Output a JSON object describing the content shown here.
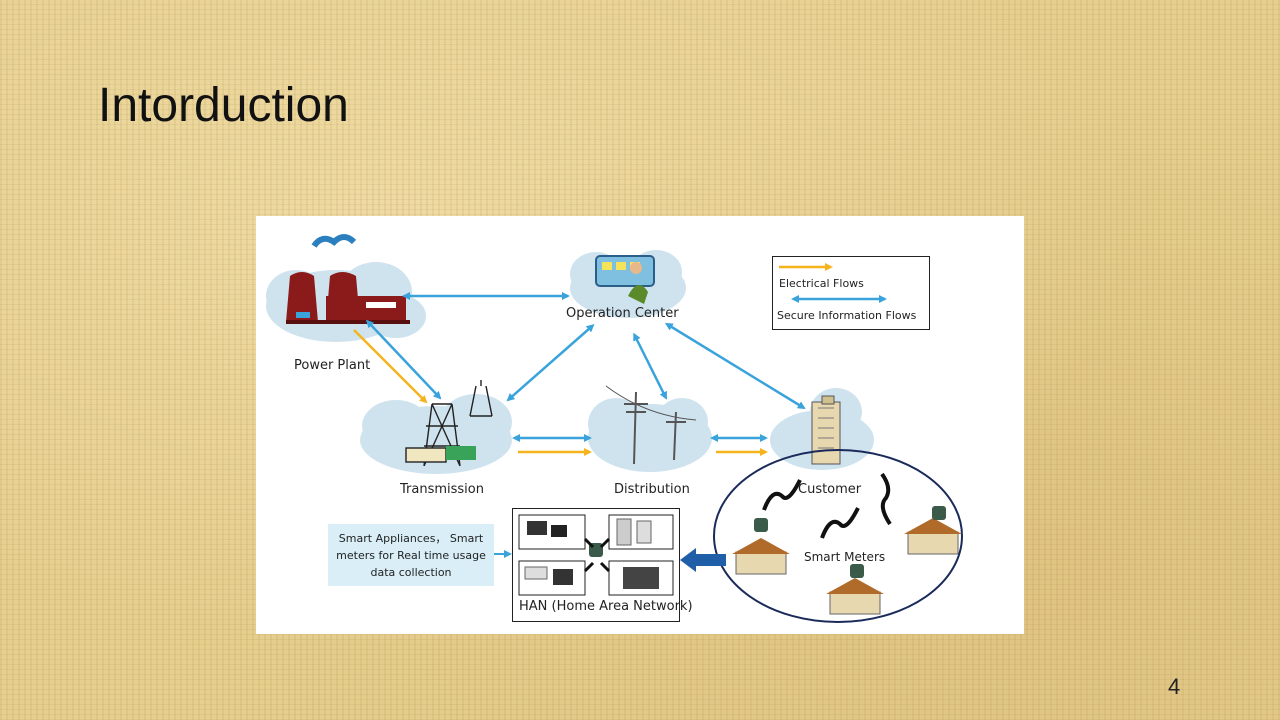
{
  "slide": {
    "title": "Intorduction",
    "page_number": "4"
  },
  "diagram": {
    "nodes": {
      "power_plant": "Power Plant",
      "operation_center": "Operation Center",
      "transmission": "Transmission",
      "distribution": "Distribution",
      "customer": "Customer",
      "smart_meters": "Smart Meters",
      "han": "HAN (Home Area Network)"
    },
    "legend": {
      "electrical": "Electrical Flows",
      "information": "Secure Information Flows"
    },
    "callout": "Smart Appliances， Smart meters for Real time usage data collection",
    "colors": {
      "electrical_flow": "#f5b41e",
      "information_flow": "#3aa3dc",
      "cloud": "#cfe3ef",
      "plant": "#8b1a1a"
    }
  }
}
